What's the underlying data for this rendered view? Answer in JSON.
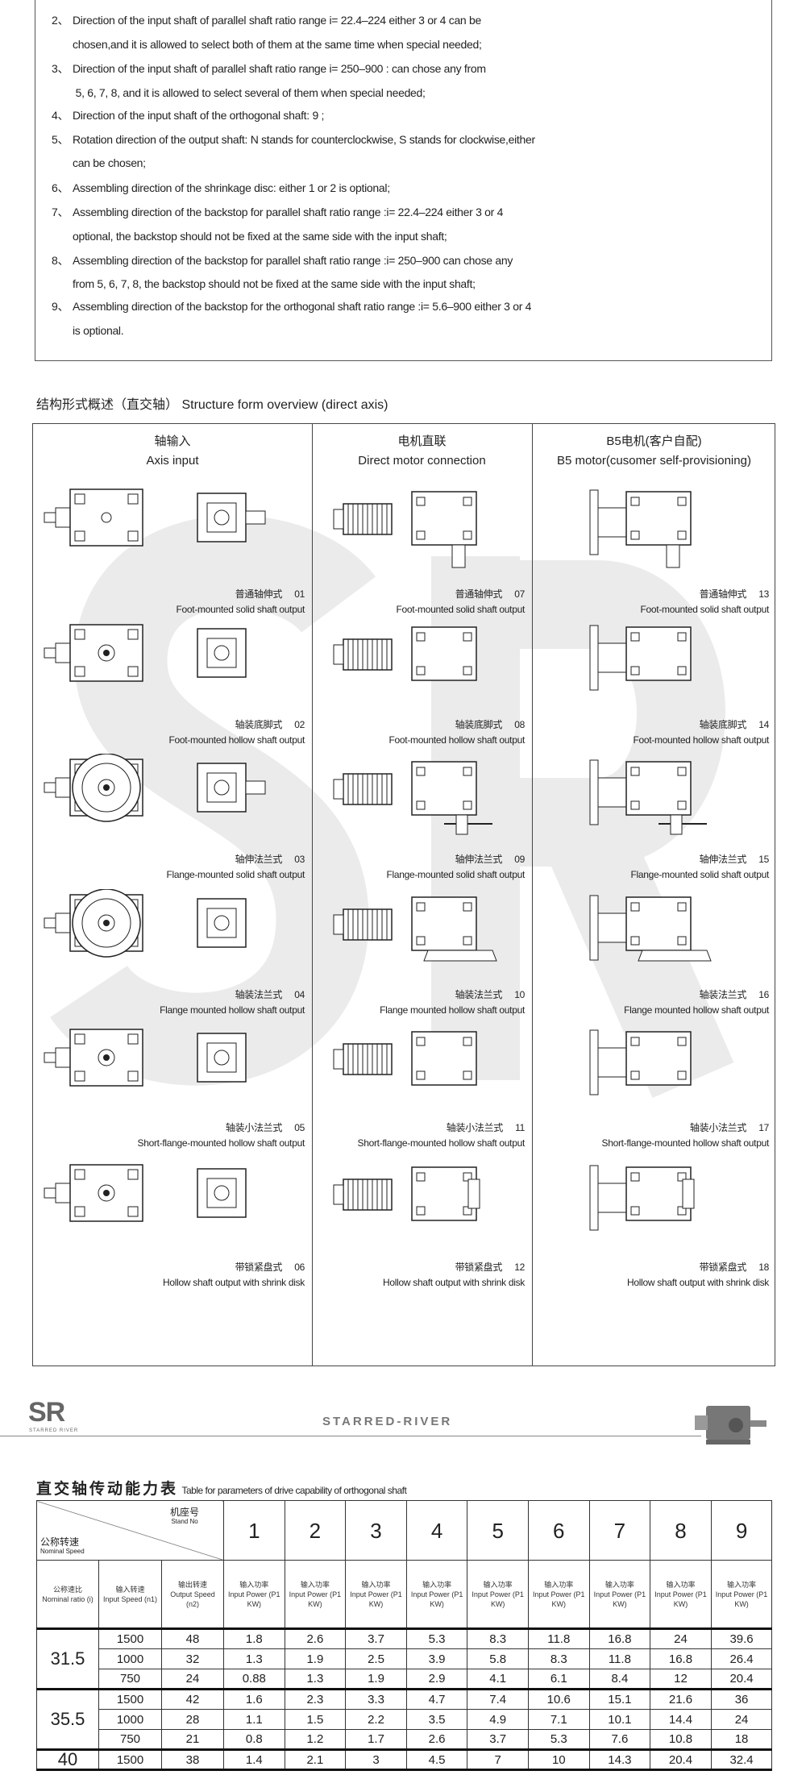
{
  "notes": [
    {
      "num": "2、",
      "text": "Direction of the input shaft of parallel shaft ratio range i=  22.4–224   either  3 or 4 can be"
    },
    {
      "num": "",
      "text": "chosen,and it is allowed to select both of them at the same time when special needed;"
    },
    {
      "num": "3、",
      "text": "Direction of the input shaft of parallel shaft ratio range i=  250–900    : can chose any from"
    },
    {
      "num": "",
      "text": " 5, 6, 7, 8,   and it is allowed to select several of them when special needed;"
    },
    {
      "num": "4、",
      "text": "Direction of the input shaft of the orthogonal shaft: 9 ;"
    },
    {
      "num": "5、",
      "text": "Rotation direction of the output shaft: N stands for counterclockwise, S stands for clockwise,either"
    },
    {
      "num": "",
      "text": "can be chosen;"
    },
    {
      "num": "6、",
      "text": "Assembling direction of the shrinkage disc: either 1 or 2 is optional;"
    },
    {
      "num": "7、",
      "text": "Assembling direction of the backstop for parallel shaft ratio range :i=  22.4–224  either 3 or 4"
    },
    {
      "num": "",
      "text": "optional, the backstop should not be fixed at the same side with the input shaft;"
    },
    {
      "num": "8、",
      "text": "Assembling direction of the backstop for parallel shaft ratio range :i= 250–900  can chose any"
    },
    {
      "num": "",
      "text": "from  5, 6, 7, 8, the backstop should not be fixed at the same side with the input shaft;"
    },
    {
      "num": "9、",
      "text": "Assembling direction of the backstop for the orthogonal shaft ratio range :i= 5.6–900  either 3 or 4"
    },
    {
      "num": "",
      "text": "is optional."
    }
  ],
  "structure": {
    "title": "结构形式概述（直交轴） Structure form overview (direct axis)",
    "watermark": "SR",
    "columns": [
      {
        "cn": "轴输入",
        "en": "Axis input"
      },
      {
        "cn": "电机直联",
        "en": "Direct motor connection"
      },
      {
        "cn": "B5电机(客户自配)",
        "en": "B5 motor(cusomer self-provisioning)"
      }
    ],
    "items": [
      [
        {
          "cn": "普通轴伸式",
          "no": "01",
          "en": "Foot-mounted solid shaft output"
        },
        {
          "cn": "轴装底脚式",
          "no": "02",
          "en": "Foot-mounted hollow shaft output"
        },
        {
          "cn": "轴伸法兰式",
          "no": "03",
          "en": "Flange-mounted solid shaft output"
        },
        {
          "cn": "轴装法兰式",
          "no": "04",
          "en": "Flange mounted hollow shaft output"
        },
        {
          "cn": "轴装小法兰式",
          "no": "05",
          "en": "Short-flange-mounted hollow shaft output"
        },
        {
          "cn": "带锁紧盘式",
          "no": "06",
          "en": "Hollow shaft output with shrink disk"
        }
      ],
      [
        {
          "cn": "普通轴伸式",
          "no": "07",
          "en": "Foot-mounted solid shaft output"
        },
        {
          "cn": "轴装底脚式",
          "no": "08",
          "en": "Foot-mounted hollow shaft output"
        },
        {
          "cn": "轴伸法兰式",
          "no": "09",
          "en": "Flange-mounted solid shaft output"
        },
        {
          "cn": "轴装法兰式",
          "no": "10",
          "en": "Flange mounted hollow shaft output"
        },
        {
          "cn": "轴装小法兰式",
          "no": "11",
          "en": "Short-flange-mounted hollow shaft output"
        },
        {
          "cn": "带锁紧盘式",
          "no": "12",
          "en": "Hollow shaft output with shrink disk"
        }
      ],
      [
        {
          "cn": "普通轴伸式",
          "no": "13",
          "en": "Foot-mounted solid shaft output"
        },
        {
          "cn": "轴装底脚式",
          "no": "14",
          "en": "Foot-mounted hollow shaft output"
        },
        {
          "cn": "轴伸法兰式",
          "no": "15",
          "en": "Flange-mounted solid shaft output"
        },
        {
          "cn": "轴装法兰式",
          "no": "16",
          "en": "Flange mounted hollow shaft output"
        },
        {
          "cn": "轴装小法兰式",
          "no": "17",
          "en": "Short-flange-mounted hollow shaft output"
        },
        {
          "cn": "带锁紧盘式",
          "no": "18",
          "en": "Hollow shaft output with shrink disk"
        }
      ]
    ]
  },
  "logo": {
    "mark": "SR",
    "small": "STARRED RIVER",
    "brand": "STARRED-RIVER"
  },
  "table": {
    "title_cn": "直交轴传动能力表",
    "title_en": "Table for parameters of drive capability of orthogonal shaft",
    "corner_top": "机座号",
    "corner_top_en": "Stand No",
    "corner_bottom": "公称转速",
    "corner_bottom_en": "Nominal Speed",
    "stands": [
      "1",
      "2",
      "3",
      "4",
      "5",
      "6",
      "7",
      "8",
      "9"
    ],
    "sub_headers": [
      {
        "cn": "公称速比",
        "en": "Nominal ratio (i)"
      },
      {
        "cn": "输入转速",
        "en": "Input Speed (n1)"
      },
      {
        "cn": "输出转速",
        "en": "Output Speed (n2)"
      }
    ],
    "power_header": {
      "cn": "输入功率",
      "en": "Input Power (P1 KW)"
    },
    "groups": [
      {
        "ratio": "31.5",
        "rows": [
          {
            "in": "1500",
            "out": "48",
            "p": [
              "1.8",
              "2.6",
              "3.7",
              "5.3",
              "8.3",
              "11.8",
              "16.8",
              "24",
              "39.6"
            ]
          },
          {
            "in": "1000",
            "out": "32",
            "p": [
              "1.3",
              "1.9",
              "2.5",
              "3.9",
              "5.8",
              "8.3",
              "11.8",
              "16.8",
              "26.4"
            ]
          },
          {
            "in": "750",
            "out": "24",
            "p": [
              "0.88",
              "1.3",
              "1.9",
              "2.9",
              "4.1",
              "6.1",
              "8.4",
              "12",
              "20.4"
            ]
          }
        ]
      },
      {
        "ratio": "35.5",
        "rows": [
          {
            "in": "1500",
            "out": "42",
            "p": [
              "1.6",
              "2.3",
              "3.3",
              "4.7",
              "7.4",
              "10.6",
              "15.1",
              "21.6",
              "36"
            ]
          },
          {
            "in": "1000",
            "out": "28",
            "p": [
              "1.1",
              "1.5",
              "2.2",
              "3.5",
              "4.9",
              "7.1",
              "10.1",
              "14.4",
              "24"
            ]
          },
          {
            "in": "750",
            "out": "21",
            "p": [
              "0.8",
              "1.2",
              "1.7",
              "2.6",
              "3.7",
              "5.3",
              "7.6",
              "10.8",
              "18"
            ]
          }
        ]
      },
      {
        "ratio": "40",
        "rows": [
          {
            "in": "1500",
            "out": "38",
            "p": [
              "1.4",
              "2.1",
              "3",
              "4.5",
              "7",
              "10",
              "14.3",
              "20.4",
              "32.4"
            ]
          }
        ]
      }
    ]
  }
}
